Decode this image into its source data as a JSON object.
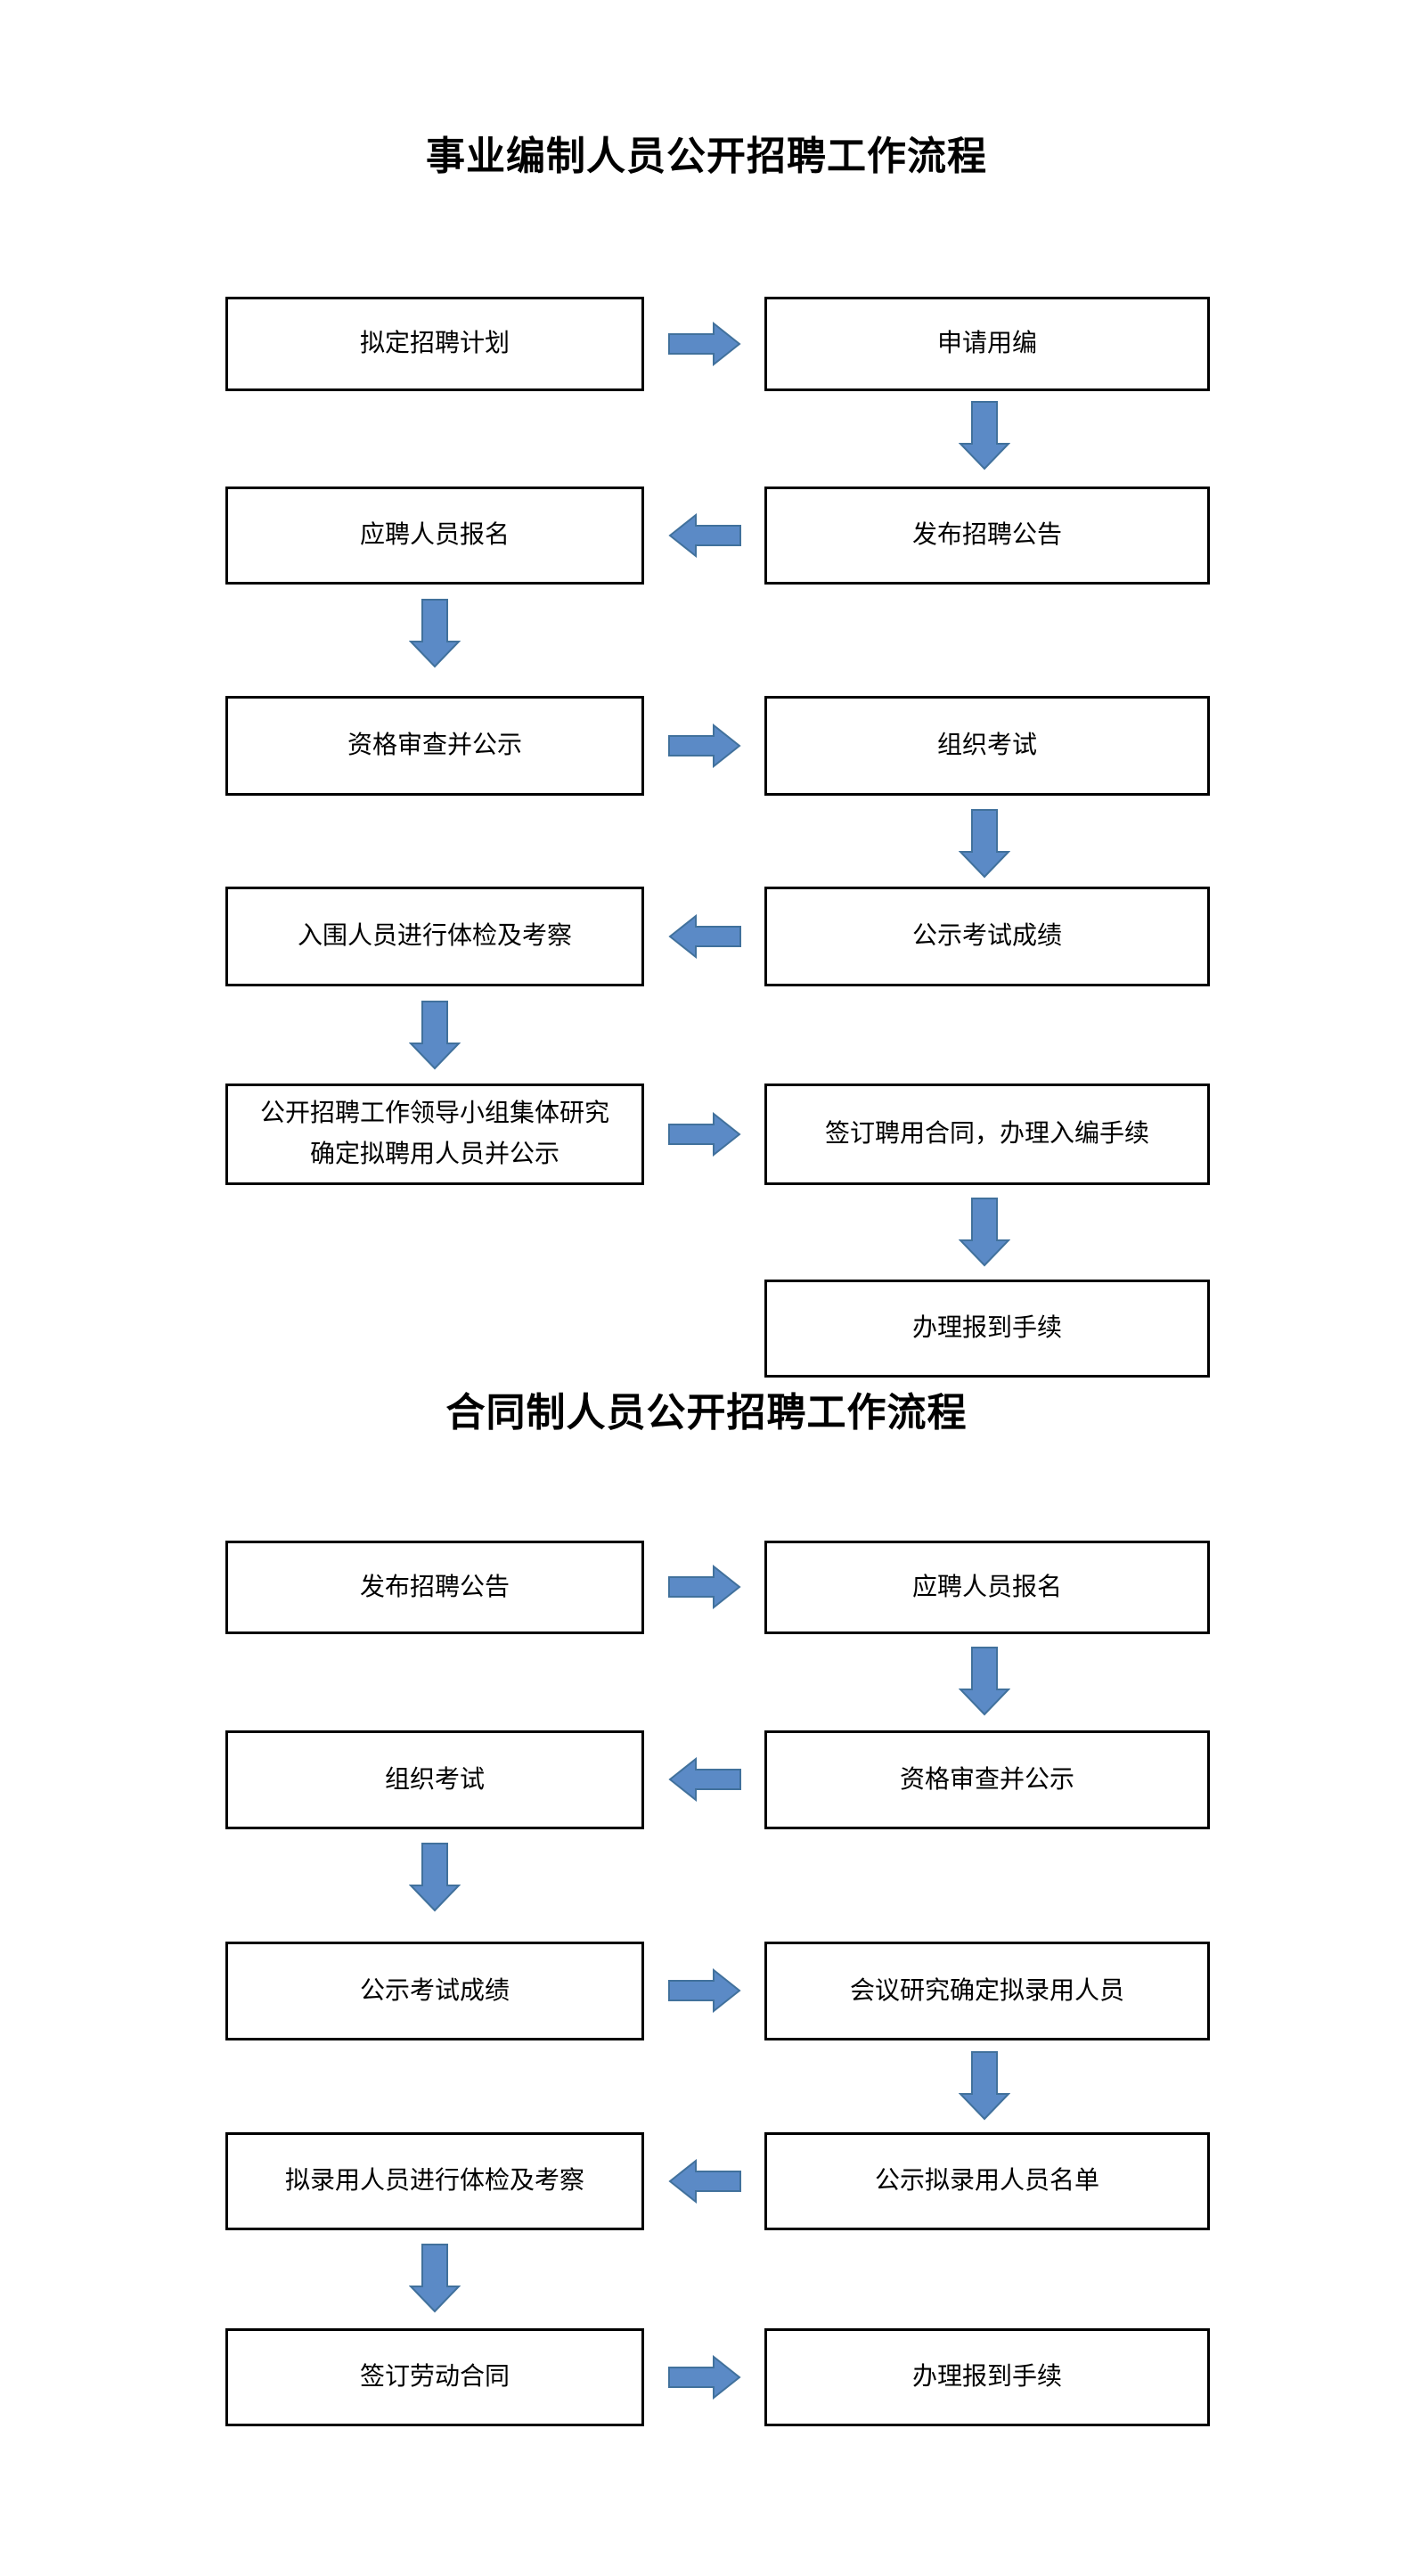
{
  "colors": {
    "arrow_fill": "#5B8AC6",
    "arrow_stroke": "#41719C",
    "box_border": "#000000",
    "page_bg": "#FFFFFF"
  },
  "flows": [
    {
      "title": "事业编制人员公开招聘工作流程",
      "steps": [
        "拟定招聘计划",
        "申请用编",
        "应聘人员报名",
        "发布招聘公告",
        "资格审查并公示",
        "组织考试",
        "入围人员进行体检及考察",
        "公示考试成绩",
        "公开招聘工作领导小组集体研究\n确定拟聘用人员并公示",
        "签订聘用合同，办理入编手续",
        "办理报到手续"
      ]
    },
    {
      "title": "合同制人员公开招聘工作流程",
      "steps": [
        "发布招聘公告",
        "应聘人员报名",
        "组织考试",
        "资格审查并公示",
        "公示考试成绩",
        "会议研究确定拟录用人员",
        "拟录用人员进行体检及考察",
        "公示拟录用人员名单",
        "签订劳动合同",
        "办理报到手续"
      ]
    }
  ]
}
